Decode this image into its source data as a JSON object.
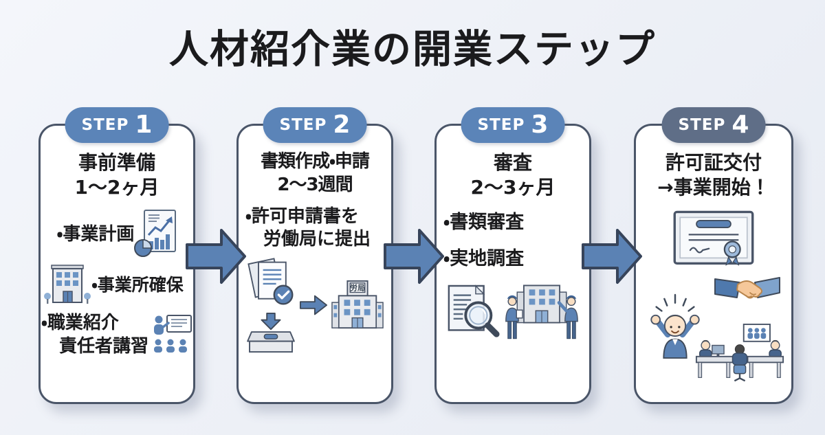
{
  "page": {
    "title": "人材紹介業の開業ステップ"
  },
  "colors": {
    "background": "#eef1f7",
    "card_border": "#4a5568",
    "badge_blue": "#5b84b8",
    "badge_slate": "#5f6e87",
    "arrow_fill": "#5b82b4",
    "text": "#1b1b1d"
  },
  "steps": [
    {
      "badge_label": "STEP",
      "badge_number": "1",
      "heading_line1": "事前準備",
      "heading_line2": "1〜2ヶ月",
      "bullet1": "・事業計画",
      "bullet2": "・事業所確保",
      "bullet3_line1": "・職業紹介",
      "bullet3_line2": "責任者講習",
      "icons": [
        "business-plan-chart",
        "office-building",
        "training-seminar"
      ]
    },
    {
      "badge_label": "STEP",
      "badge_number": "2",
      "heading_line1": "書類作成・申請",
      "heading_line2": "2〜3週間",
      "bullet1_line1": "・許可申請書を",
      "bullet1_line2": "労働局に提出",
      "labor_sign": "労局",
      "icons": [
        "documents-check",
        "submission-box",
        "arrow-right",
        "labor-bureau-building"
      ]
    },
    {
      "badge_label": "STEP",
      "badge_number": "3",
      "heading_line1": "審査",
      "heading_line2": "2〜3ヶ月",
      "bullet1": "・書類審査",
      "bullet2": "・実地調査",
      "icons": [
        "document-magnifier",
        "site-inspection"
      ]
    },
    {
      "badge_label": "STEP",
      "badge_number": "4",
      "heading_line1": "許可証交付",
      "heading_line2": "→事業開始！",
      "icons": [
        "certificate",
        "handshake",
        "cheering-man",
        "office-meeting"
      ]
    }
  ],
  "flow_arrows": [
    "arrow-right",
    "arrow-right",
    "arrow-right"
  ]
}
